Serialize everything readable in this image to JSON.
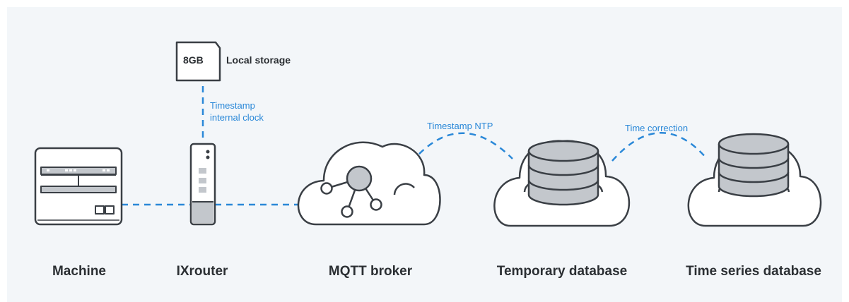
{
  "colors": {
    "background": "#f3f6f9",
    "outline": "#3a3f45",
    "fill": "#ffffff",
    "accent": "#2a88d8",
    "database": "#c3c7cc"
  },
  "storage": {
    "capacity": "8GB",
    "label": "Local storage"
  },
  "annotations": {
    "router_clock_line1": "Timestamp",
    "router_clock_line2": "internal clock",
    "broker_to_temp": "Timestamp NTP",
    "temp_to_timeseries": "Time correction"
  },
  "nodes": {
    "machine": "Machine",
    "router": "IXrouter",
    "broker": "MQTT broker",
    "temporary_db": "Temporary database",
    "timeseries_db": "Time series database"
  },
  "icons": [
    "machine-icon",
    "router-icon",
    "sd-card-icon",
    "mqtt-broker-cloud-icon",
    "temporary-database-cloud-icon",
    "time-series-database-cloud-icon"
  ]
}
